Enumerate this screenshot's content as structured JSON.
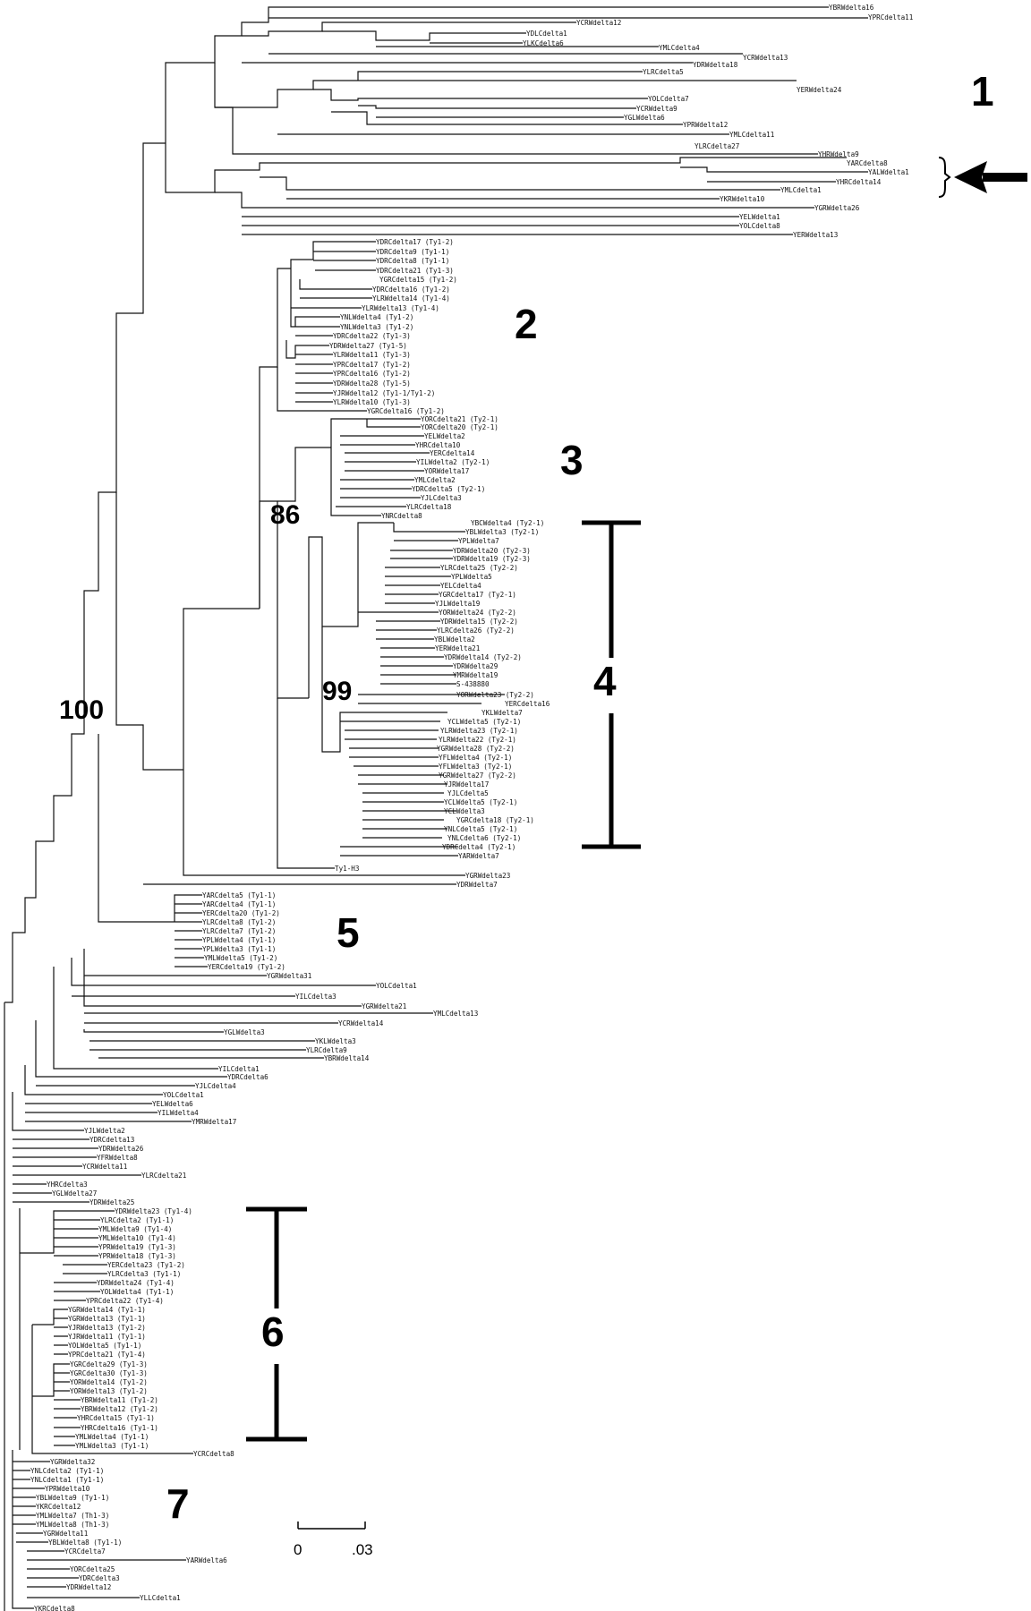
{
  "clade_labels": [
    "1",
    "2",
    "3",
    "4",
    "5",
    "6",
    "7"
  ],
  "bootstrap_values": [
    "100",
    "86",
    "99"
  ],
  "arrow_icon": "arrow-left-icon",
  "scale_bar": {
    "min_label": "0",
    "max_label": ".03"
  },
  "leaves": [
    "YBRWdelta16",
    "YPRCdelta11",
    "YCRWdelta12",
    "YDLCdelta1",
    "YLKCdelta6",
    "YMLCdelta4",
    "YCRWdelta13",
    "YDRWdelta18",
    "YLRCdelta5",
    "YERWdelta24",
    "YOLCdelta7",
    "YCRWdelta9",
    "YGLWdelta6",
    "YPRWdelta12",
    "YMLCdelta11",
    "YLRCdelta27",
    "YHRWdelta9",
    "YARCdelta8",
    "YALWdelta1",
    "YHRCdelta14",
    "YMLCdelta1",
    "YKRWdelta10",
    "YGRWdelta26",
    "YELWdelta1",
    "YOLCdelta8",
    "YERWdelta13",
    "YDRCdelta17 (Ty1-2)",
    "YDRCdelta9 (Ty1-1)",
    "YDRCdelta8 (Ty1-1)",
    "YDRCdelta21 (Ty1-3)",
    "YGRCdelta15 (Ty1-2)",
    "YDRCdelta16 (Ty1-2)",
    "YLRWdelta14 (Ty1-4)",
    "YLRWdelta13 (Ty1-4)",
    "YNLWdelta4 (Ty1-2)",
    "YNLWdelta3 (Ty1-2)",
    "YDRCdelta22 (Ty1-3)",
    "YDRWdelta27 (Ty1-5)",
    "YLRWdelta11 (Ty1-3)",
    "YPRCdelta17 (Ty1-2)",
    "YPRCdelta16 (Ty1-2)",
    "YDRWdelta28 (Ty1-5)",
    "YJRWdelta12 (Ty1-1/Ty1-2)",
    "YLRWdelta10 (Ty1-3)",
    "YGRCdelta16 (Ty1-2)",
    "YORCdelta21 (Ty2-1)",
    "YORCdelta20 (Ty2-1)",
    "YELWdelta2",
    "YHRCdelta10",
    "YERCdelta14",
    "YILWdelta2 (Ty2-1)",
    "YORWdelta17",
    "YMLCdelta2",
    "YDRCdelta5 (Ty2-1)",
    "YJLCdelta3",
    "YLRCdelta18",
    "YNRCdelta8",
    "YBCWdelta4 (Ty2-1)",
    "YBLWdelta3 (Ty2-1)",
    "YPLWdelta7",
    "YDRWdelta20 (Ty2-3)",
    "YDRWdelta19 (Ty2-3)",
    "YLRCdelta25 (Ty2-2)",
    "YPLWdelta5",
    "YELCdelta4",
    "YGRCdelta17 (Ty2-1)",
    "YJLWdelta19",
    "YORWdelta24 (Ty2-2)",
    "YDRWdelta15 (Ty2-2)",
    "YLRCdelta26 (Ty2-2)",
    "YBLWdelta2",
    "YERWdelta21",
    "YDRWdelta14 (Ty2-2)",
    "YDRWdelta29",
    "YMRWdelta19",
    "S-438880",
    "YORWdelta23 (Ty2-2)",
    "YERCdelta16",
    "YKLWdelta7",
    "YCLWdelta5 (Ty2-1)",
    "YLRWdelta23 (Ty2-1)",
    "YLRWdelta22 (Ty2-1)",
    "YGRWdelta28 (Ty2-2)",
    "YFLWdelta4 (Ty2-1)",
    "YFLWdelta3 (Ty2-1)",
    "YGRWdelta27 (Ty2-2)",
    "YJRWdelta17",
    "YJLCdelta5",
    "YCLWdelta5 (Ty2-1)",
    "YCLWdelta3",
    "YGRCdelta18 (Ty2-1)",
    "YNLCdelta5 (Ty2-1)",
    "YNLCdelta6 (Ty2-1)",
    "YDRCdelta4 (Ty2-1)",
    "YARWdelta7",
    "Ty1-H3",
    "YGRWdelta23",
    "YDRWdelta7",
    "YARCdelta5 (Ty1-1)",
    "YARCdelta4 (Ty1-1)",
    "YERCdelta20 (Ty1-2)",
    "YLRCdelta8 (Ty1-2)",
    "YLRCdelta7 (Ty1-2)",
    "YPLWdelta4 (Ty1-1)",
    "YPLWdelta3 (Ty1-1)",
    "YMLWdelta5 (Ty1-2)",
    "YERCdelta19 (Ty1-2)",
    "YGRWdelta31",
    "YOLCdelta1",
    "YILCdelta3",
    "YGRWdelta21",
    "YMLCdelta13",
    "YCRWdelta14",
    "YGLWdelta3",
    "YKLWdelta3",
    "YLRCdelta9",
    "YBRWdelta14",
    "YILCdelta1",
    "YDRCdelta6",
    "YJLCdelta4",
    "YOLCdelta1",
    "YELWdelta6",
    "YILWdelta4",
    "YMRWdelta17",
    "YJLWdelta2",
    "YDRCdelta13",
    "YDRWdelta26",
    "YFRWdelta8",
    "YCRWdelta11",
    "YLRCdelta21",
    "YHRCdelta3",
    "YGLWdelta27",
    "YDRWdelta25",
    "YDRWdelta23 (Ty1-4)",
    "YLRCdelta2 (Ty1-1)",
    "YMLWdelta9 (Ty1-4)",
    "YMLWdelta10 (Ty1-4)",
    "YPRWdelta19 (Ty1-3)",
    "YPRWdelta18 (Ty1-3)",
    "YERCdelta23 (Ty1-2)",
    "YLRCdelta3 (Ty1-1)",
    "YDRWdelta24 (Ty1-4)",
    "YOLWdelta4 (Ty1-1)",
    "YPRCdelta22 (Ty1-4)",
    "YGRWdelta14 (Ty1-1)",
    "YGRWdelta13 (Ty1-1)",
    "YJRWdelta13 (Ty1-2)",
    "YJRWdelta11 (Ty1-1)",
    "YOLWdelta5 (Ty1-1)",
    "YPRCdelta21 (Ty1-4)",
    "YGRCdelta29 (Ty1-3)",
    "YGRCdelta30 (Ty1-3)",
    "YORWdelta14 (Ty1-2)",
    "YORWdelta13 (Ty1-2)",
    "YBRWdelta11 (Ty1-2)",
    "YBRWdelta12 (Ty1-2)",
    "YHRCdelta15 (Ty1-1)",
    "YHRCdelta16 (Ty1-1)",
    "YMLWdelta4 (Ty1-1)",
    "YMLWdelta3 (Ty1-1)",
    "YCRCdelta8",
    "YGRWdelta32",
    "YNLCdelta2 (Ty1-1)",
    "YNLCdelta1 (Ty1-1)",
    "YPRWdelta10",
    "YBLWdelta9 (Ty1-1)",
    "YKRCdelta12",
    "YMLWdelta7 (Th1-3)",
    "YMLWdelta8 (Th1-3)",
    "YGRWdelta11",
    "YBLWdelta8 (Ty1-1)",
    "YCRCdelta7",
    "YARWdelta6",
    "YORCdelta25",
    "YDRCdelta3",
    "YDRWdelta12",
    "YLLCdelta1",
    "YKRCdelta8"
  ]
}
